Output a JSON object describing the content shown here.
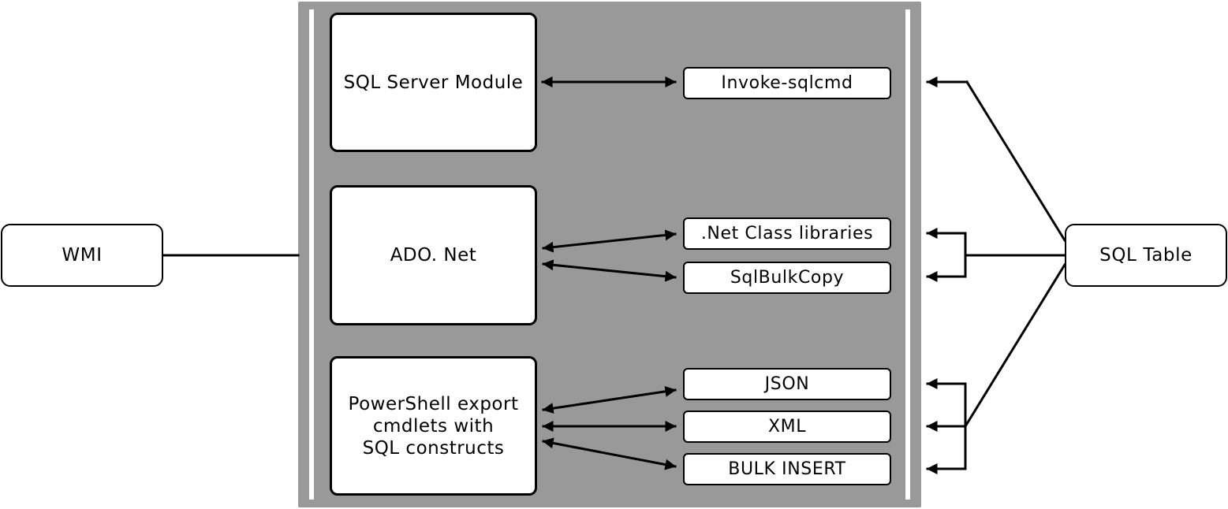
{
  "diagram": {
    "left_node": "WMI",
    "right_node": "SQL Table",
    "sections": [
      {
        "name": "SQL Server Module",
        "items": [
          "Invoke-sqlcmd"
        ]
      },
      {
        "name": "ADO. Net",
        "items": [
          ".Net Class libraries",
          "SqlBulkCopy"
        ]
      },
      {
        "name": "PowerShell export\ncmdlets with\nSQL constructs",
        "items": [
          "JSON",
          "XML",
          "BULK INSERT"
        ]
      }
    ],
    "colors": {
      "panel": "#999999",
      "box": "#ffffff",
      "stroke": "#000000"
    }
  }
}
